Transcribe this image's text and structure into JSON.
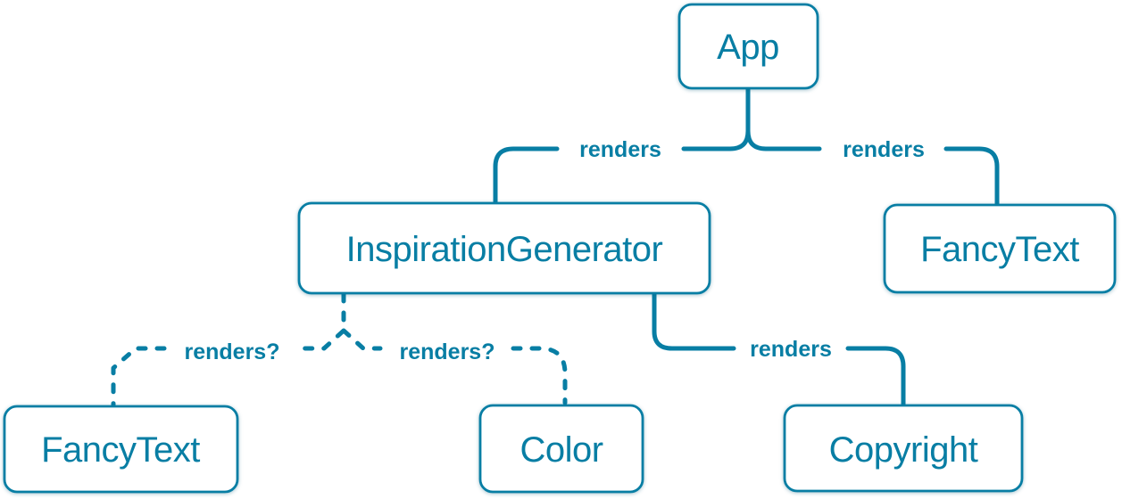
{
  "diagram": {
    "colors": {
      "accent": "#087EA4",
      "box_fill": "#FFFFFF",
      "background": "#FFFFFF"
    },
    "nodes": [
      {
        "name": "app",
        "label": "App"
      },
      {
        "name": "inspiration-generator",
        "label": "InspirationGenerator"
      },
      {
        "name": "fancy-text-top",
        "label": "FancyText"
      },
      {
        "name": "fancy-text-bottom",
        "label": "FancyText"
      },
      {
        "name": "color",
        "label": "Color"
      },
      {
        "name": "copyright",
        "label": "Copyright"
      }
    ],
    "edges": [
      {
        "from": "App",
        "to": "InspirationGenerator",
        "label": "renders",
        "style": "solid"
      },
      {
        "from": "App",
        "to": "FancyText",
        "label": "renders",
        "style": "solid"
      },
      {
        "from": "InspirationGenerator",
        "to": "FancyText",
        "label": "renders?",
        "style": "dashed"
      },
      {
        "from": "InspirationGenerator",
        "to": "Color",
        "label": "renders?",
        "style": "dashed"
      },
      {
        "from": "InspirationGenerator",
        "to": "Copyright",
        "label": "renders",
        "style": "solid"
      }
    ]
  }
}
